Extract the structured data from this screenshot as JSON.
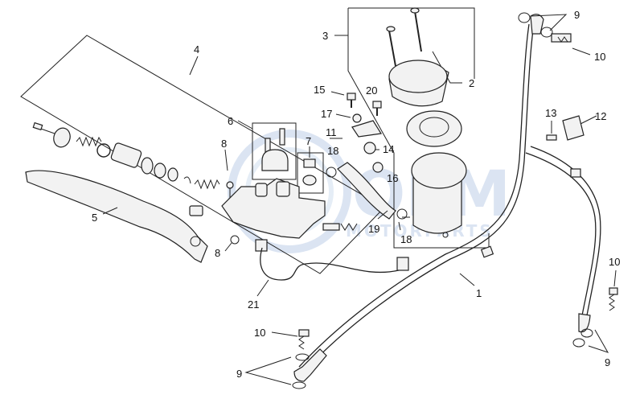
{
  "diagram": {
    "callouts": [
      {
        "id": "c1",
        "text": "1"
      },
      {
        "id": "c2",
        "text": "2"
      },
      {
        "id": "c3",
        "text": "3"
      },
      {
        "id": "c4",
        "text": "4"
      },
      {
        "id": "c5",
        "text": "5"
      },
      {
        "id": "c6",
        "text": "6"
      },
      {
        "id": "c7",
        "text": "7"
      },
      {
        "id": "c8a",
        "text": "8"
      },
      {
        "id": "c8b",
        "text": "8"
      },
      {
        "id": "c9a",
        "text": "9"
      },
      {
        "id": "c9b",
        "text": "9"
      },
      {
        "id": "c9c",
        "text": "9"
      },
      {
        "id": "c10a",
        "text": "10"
      },
      {
        "id": "c10b",
        "text": "10"
      },
      {
        "id": "c10c",
        "text": "10"
      },
      {
        "id": "c11",
        "text": "11"
      },
      {
        "id": "c12",
        "text": "12"
      },
      {
        "id": "c13",
        "text": "13"
      },
      {
        "id": "c14",
        "text": "14"
      },
      {
        "id": "c15",
        "text": "15"
      },
      {
        "id": "c16",
        "text": "16"
      },
      {
        "id": "c17",
        "text": "17"
      },
      {
        "id": "c18a",
        "text": "18"
      },
      {
        "id": "c18b",
        "text": "18"
      },
      {
        "id": "c19",
        "text": "19"
      },
      {
        "id": "c20",
        "text": "20"
      },
      {
        "id": "c21",
        "text": "21"
      }
    ]
  },
  "watermark": {
    "logo_text": "OEM",
    "tagline": "MOTORPARTS",
    "color": "#cfdcee"
  }
}
